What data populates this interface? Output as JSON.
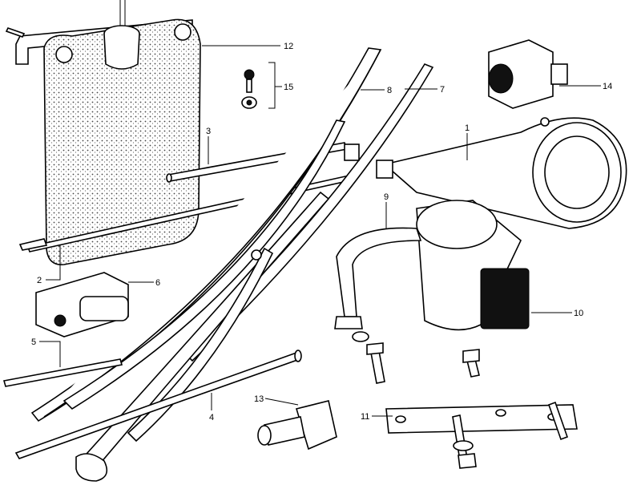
{
  "diagram": {
    "type": "exploded-parts-view",
    "callouts": [
      {
        "id": "1",
        "text": "1"
      },
      {
        "id": "2",
        "text": "2"
      },
      {
        "id": "3",
        "text": "3"
      },
      {
        "id": "4",
        "text": "4"
      },
      {
        "id": "5",
        "text": "5"
      },
      {
        "id": "6",
        "text": "6"
      },
      {
        "id": "7",
        "text": "7"
      },
      {
        "id": "8",
        "text": "8"
      },
      {
        "id": "9",
        "text": "9"
      },
      {
        "id": "10",
        "text": "10"
      },
      {
        "id": "11",
        "text": "11"
      },
      {
        "id": "12",
        "text": "12"
      },
      {
        "id": "13",
        "text": "13"
      },
      {
        "id": "14",
        "text": "14"
      },
      {
        "id": "15",
        "text": "15"
      }
    ]
  }
}
